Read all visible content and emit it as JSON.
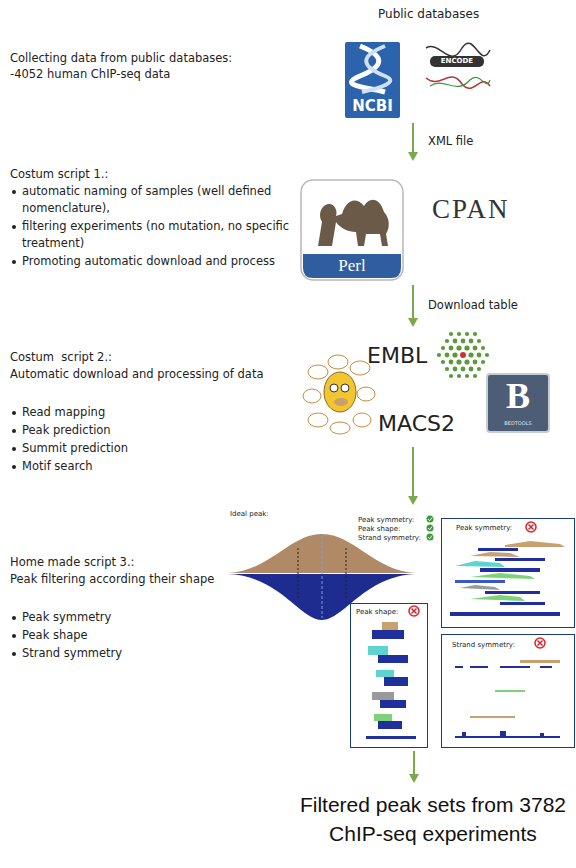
{
  "diagram": {
    "nodes": [
      {
        "text": [
          "Public databases",
          "NCBI",
          "ENCODE"
        ]
      },
      {
        "text": [
          "Perl",
          "CPAN"
        ]
      },
      {
        "text": [
          "EMBL",
          "MACS2",
          "B",
          "BEDTOOLS"
        ]
      },
      {
        "text": [
          "Ideal peak:",
          "Peak symmetry:",
          "Peak shape:",
          "Strand symmetry:"
        ]
      },
      {
        "text": [
          "Peak symmetry:"
        ]
      },
      {
        "text": [
          "Peak shape:"
        ]
      },
      {
        "text": [
          "Strand symmetry:"
        ]
      },
      {
        "text": [
          "Filtered peak sets from 3782 ChIP-seq experiments"
        ]
      }
    ],
    "edges": [
      {
        "from": 0,
        "to": 1,
        "label": "XML file",
        "arrow": "to"
      },
      {
        "from": 1,
        "to": 2,
        "label": "Download table",
        "arrow": "to"
      },
      {
        "from": 2,
        "to": 3,
        "arrow": "to"
      },
      {
        "from": 5,
        "to": 7,
        "arrow": "to"
      }
    ],
    "labels": [
      "Collecting data from public databases:",
      "-4052 human ChIP-seq data",
      "Costum script 1.:",
      "automatic naming of samples (well defined nomenclature),",
      "filtering experiments (no mutation, no specific treatment)",
      "Promoting automatic download and process",
      "Costum  script 2.:",
      "Automatic download and processing of data",
      "Read mapping",
      "Peak prediction",
      "Summit prediction",
      "Motif search",
      "Home made script 3.:",
      "Peak filtering according their shape",
      "Peak symmetry",
      "Peak shape",
      "Strand symmetry"
    ]
  }
}
